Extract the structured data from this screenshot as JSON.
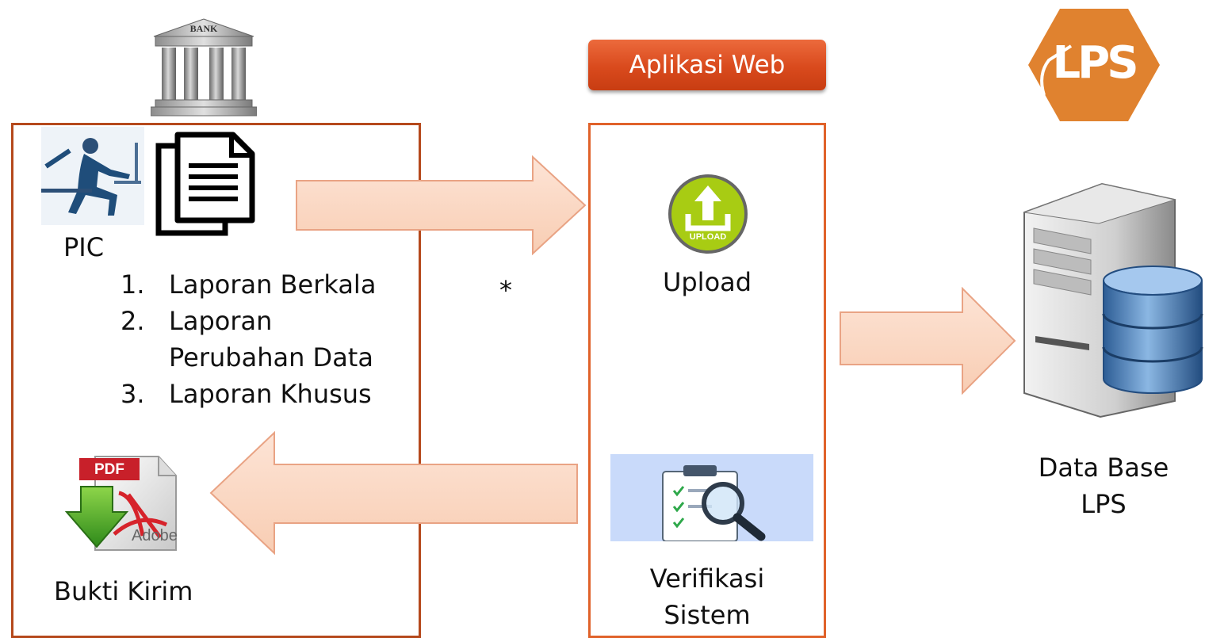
{
  "header": {
    "app_label": "Aplikasi Web"
  },
  "bank": {
    "building_label": "BANK",
    "pic_label": "PIC",
    "reports": [
      {
        "number": "1.",
        "label": "Laporan Berkala"
      },
      {
        "number": "2.",
        "label": "Laporan Perubahan Data"
      },
      {
        "number": "3.",
        "label": "Laporan Khusus"
      }
    ],
    "receipt_label": "Bukti Kirim"
  },
  "web_app": {
    "upload_badge": "UPLOAD",
    "upload_label": "Upload",
    "verify_label_line1": "Verifikasi",
    "verify_label_line2": "Sistem"
  },
  "lps": {
    "logo_text": "LPS",
    "db_label_line1": "Data Base",
    "db_label_line2": "LPS"
  },
  "annotations": {
    "asterisk": "*"
  },
  "pdf_icon": {
    "tag": "PDF",
    "brand": "Adobe"
  },
  "colors": {
    "frame_left": "#b5491c",
    "frame_mid": "#e0622a",
    "badge": "#d94a1d",
    "arrow_fill": "#fbd9c6",
    "arrow_stroke": "#e9a384",
    "upload_green": "#a8cc13",
    "logo_orange": "#e0822f"
  }
}
